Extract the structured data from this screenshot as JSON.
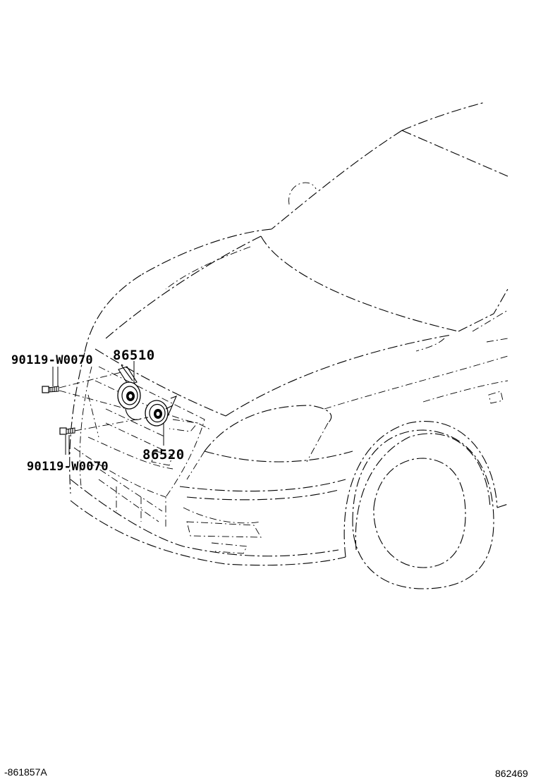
{
  "parts": {
    "horn_high": "86510",
    "horn_low": "86520",
    "bolt_upper": "90119-W0070",
    "bolt_lower": "90119-W0070"
  },
  "footer": {
    "left_code": "-861857A",
    "right_code": "862469"
  }
}
